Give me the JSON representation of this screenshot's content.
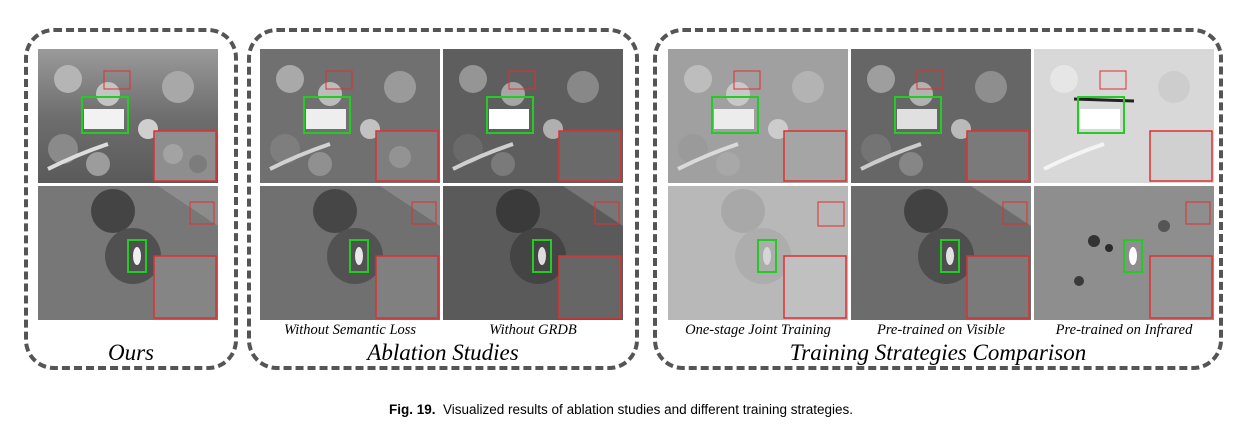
{
  "groups": {
    "ours": "Ours",
    "ablation": "Ablation Studies",
    "training": "Training Strategies Comparison"
  },
  "column_labels": {
    "without_semantic_loss": "Without Semantic Loss",
    "without_grdb": "Without GRDB",
    "one_stage": "One-stage Joint Training",
    "pretrained_visible": "Pre-trained on Visible",
    "pretrained_infrared": "Pre-trained on Infrared"
  },
  "caption": {
    "label": "Fig. 19.",
    "text": "Visualized results of ablation studies and different training strategies."
  },
  "colors": {
    "border": "#555555",
    "highlight_green": "#22cc22",
    "highlight_red": "#e03030"
  }
}
